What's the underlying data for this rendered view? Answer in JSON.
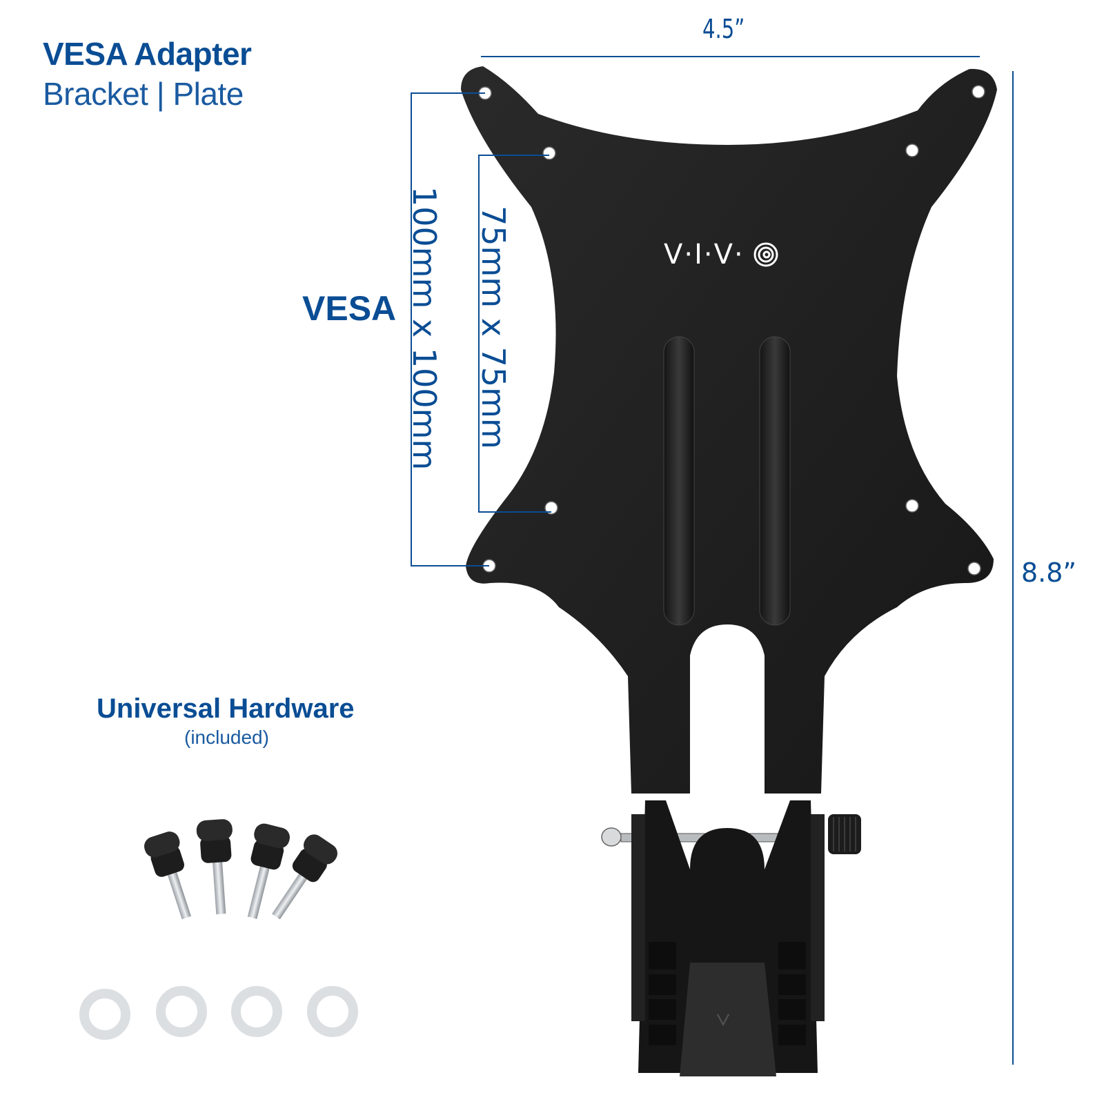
{
  "header": {
    "title": "VESA Adapter",
    "subtitle": "Bracket | Plate"
  },
  "vesa": {
    "label": "VESA",
    "large_pattern": "100mm x 100mm",
    "small_pattern": "75mm x 75mm"
  },
  "dimensions": {
    "width": "4.5”",
    "height": "8.8”"
  },
  "brand": {
    "logo_text": "V·I·V·"
  },
  "hardware": {
    "title": "Universal Hardware",
    "subtitle": "(included)",
    "screw_count": 4,
    "washer_count": 4
  },
  "colors": {
    "accent": "#0a4d94",
    "plate": "#1f1f1f",
    "background": "#ffffff"
  }
}
